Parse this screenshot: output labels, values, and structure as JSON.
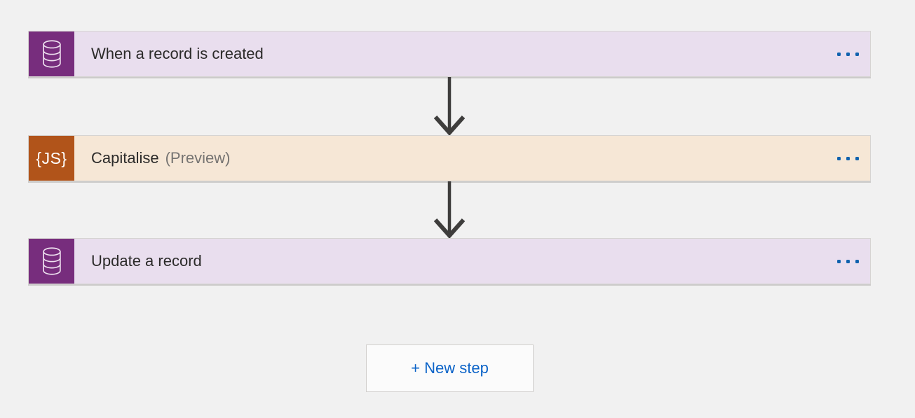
{
  "colors": {
    "page_background": "#f1f1f1",
    "dataverse_icon_bg": "#772d7d",
    "dataverse_card_bg": "#e9deee",
    "code_icon_bg": "#b1541a",
    "code_card_bg": "#f6e7d6",
    "menu_dots_blue": "#1062ae",
    "arrow_gray": "#3e3d3c",
    "new_step_blue": "#0d64c8",
    "preview_text_gray": "#767472"
  },
  "workflow": {
    "steps": [
      {
        "title": "When a record is created",
        "subtitle": "",
        "icon": "database-icon",
        "icon_text": "",
        "menu": "more-options"
      },
      {
        "title": "Capitalise",
        "subtitle": "(Preview)",
        "icon": "js-code-icon",
        "icon_text": "{JS}",
        "menu": "more-options"
      },
      {
        "title": "Update a record",
        "subtitle": "",
        "icon": "database-icon",
        "icon_text": "",
        "menu": "more-options"
      }
    ],
    "connectors": [
      "down-arrow",
      "down-arrow"
    ],
    "new_step": {
      "label": "+ New step"
    }
  }
}
